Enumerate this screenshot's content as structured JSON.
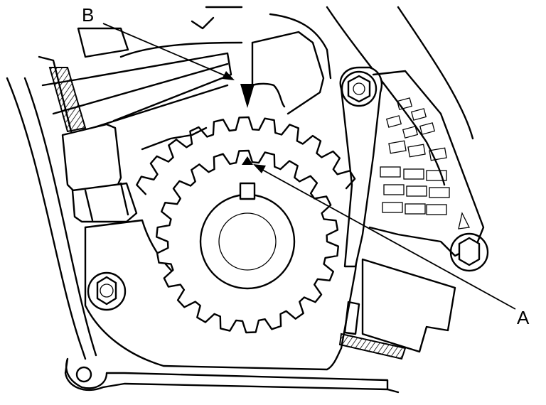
{
  "diagram": {
    "callouts": [
      {
        "id": "B",
        "text": "B"
      },
      {
        "id": "A",
        "text": "A"
      }
    ],
    "line_color": "#000000",
    "background": "#ffffff"
  }
}
